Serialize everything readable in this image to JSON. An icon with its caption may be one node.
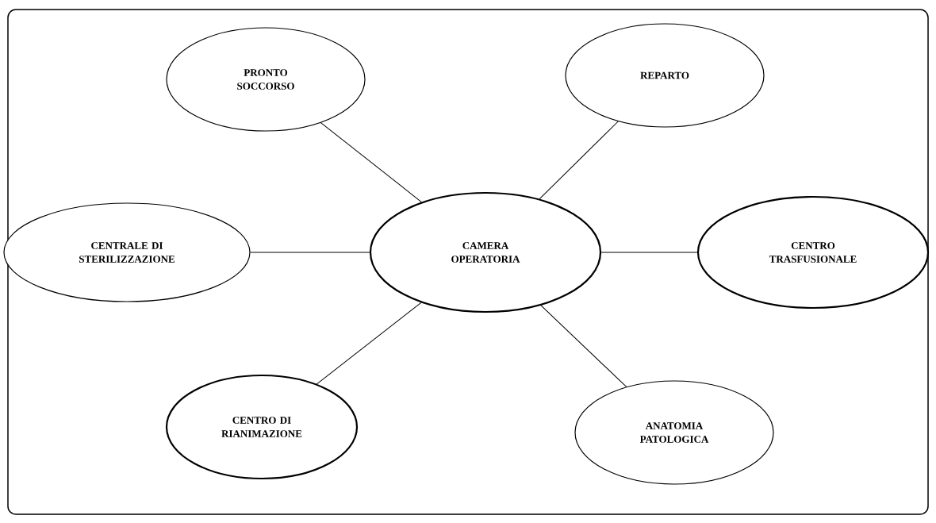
{
  "diagram": {
    "nodes": [
      {
        "text": [
          "PRONTO SOCCORSO"
        ]
      },
      {
        "text": [
          "REPARTO"
        ]
      },
      {
        "text": [
          "CENTRALE DI STERILIZZAZIONE"
        ]
      },
      {
        "text": [
          "CAMERA OPERATORIA"
        ]
      },
      {
        "text": [
          "CENTRO TRASFUSIONALE"
        ]
      },
      {
        "text": [
          "CENTRO DI RIANIMAZIONE"
        ]
      },
      {
        "text": [
          "ANATOMIA PATOLOGICA"
        ]
      }
    ],
    "edges": [
      {
        "from": 3,
        "to": 0,
        "arrow": "none"
      },
      {
        "from": 3,
        "to": 1,
        "arrow": "none"
      },
      {
        "from": 3,
        "to": 2,
        "arrow": "none"
      },
      {
        "from": 3,
        "to": 4,
        "arrow": "none"
      },
      {
        "from": 3,
        "to": 5,
        "arrow": "none"
      },
      {
        "from": 3,
        "to": 6,
        "arrow": "none"
      }
    ]
  }
}
